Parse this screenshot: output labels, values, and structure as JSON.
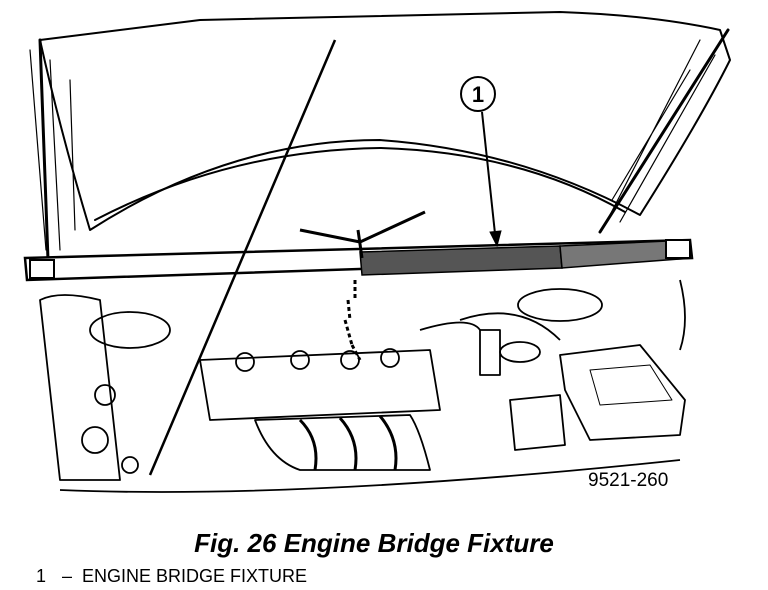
{
  "figure": {
    "caption": "Fig. 26 Engine Bridge Fixture",
    "figure_code": "9521-260",
    "callouts": [
      {
        "number": "1",
        "label": "ENGINE BRIDGE FIXTURE"
      }
    ],
    "legend_separator": "–"
  }
}
